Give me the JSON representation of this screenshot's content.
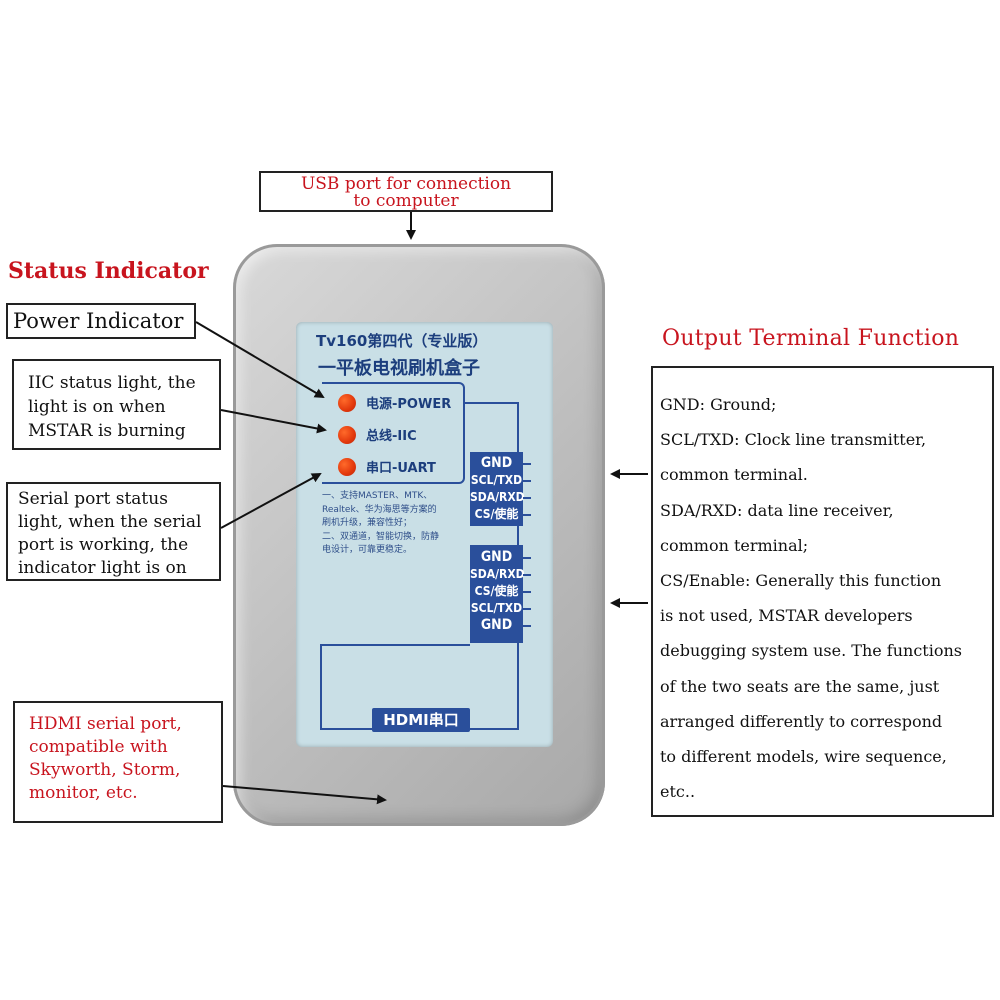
{
  "usb_callout": {
    "lines": [
      "USB port for connection",
      "to computer"
    ]
  },
  "status_indicator": {
    "heading": "Status Indicator"
  },
  "power_callout": {
    "text": "Power Indicator"
  },
  "iic_callout": {
    "lines": [
      "IIC status light, the",
      "light is on when",
      "MSTAR is burning"
    ]
  },
  "serial_callout": {
    "lines": [
      "Serial port status",
      "light, when the serial",
      "port is working, the",
      "indicator light is on"
    ]
  },
  "hdmi_callout": {
    "lines": [
      "HDMI serial port,",
      "compatible with",
      "Skyworth, Storm,",
      "monitor, etc."
    ]
  },
  "output_terminal": {
    "heading": "Output Terminal Function",
    "lines": [
      "GND: Ground;",
      "SCL/TXD: Clock line transmitter,",
      "common terminal.",
      "SDA/RXD: data line receiver,",
      "common terminal;",
      "CS/Enable: Generally this function",
      "is not used, MSTAR developers",
      "debugging system use. The functions",
      "of the two seats are the same, just",
      "arranged differently to correspond",
      "to different models, wire sequence,",
      "etc.."
    ]
  },
  "device": {
    "title_line1": "Tv160第四代（专业版）",
    "title_line2": "一平板电视刷机盒子",
    "leds": [
      {
        "label": "电源-POWER",
        "color": "#e2380c"
      },
      {
        "label": "总线-IIC",
        "color": "#e2380c"
      },
      {
        "label": "串口-UART",
        "color": "#e2380c"
      }
    ],
    "terminal_block_1": [
      "GND",
      "SCL/TXD",
      "SDA/RXD",
      "CS/使能"
    ],
    "terminal_block_2": [
      "GND",
      "SDA/RXD",
      "CS/使能",
      "SCL/TXD",
      "GND"
    ],
    "notes": [
      "一、支持MASTER、MTK、",
      "Realtek、华为海思等方案的",
      "刷机升级，兼容性好；",
      "二、双通道，智能切换，防静",
      "电设计，可靠更稳定。"
    ],
    "hdmi_label": "HDMI串口"
  },
  "colors": {
    "heading_red": "#c8141e",
    "panel_blue": "#2a4f9b",
    "panel_bg": "#c9dfe6",
    "led": "#e2380c"
  }
}
